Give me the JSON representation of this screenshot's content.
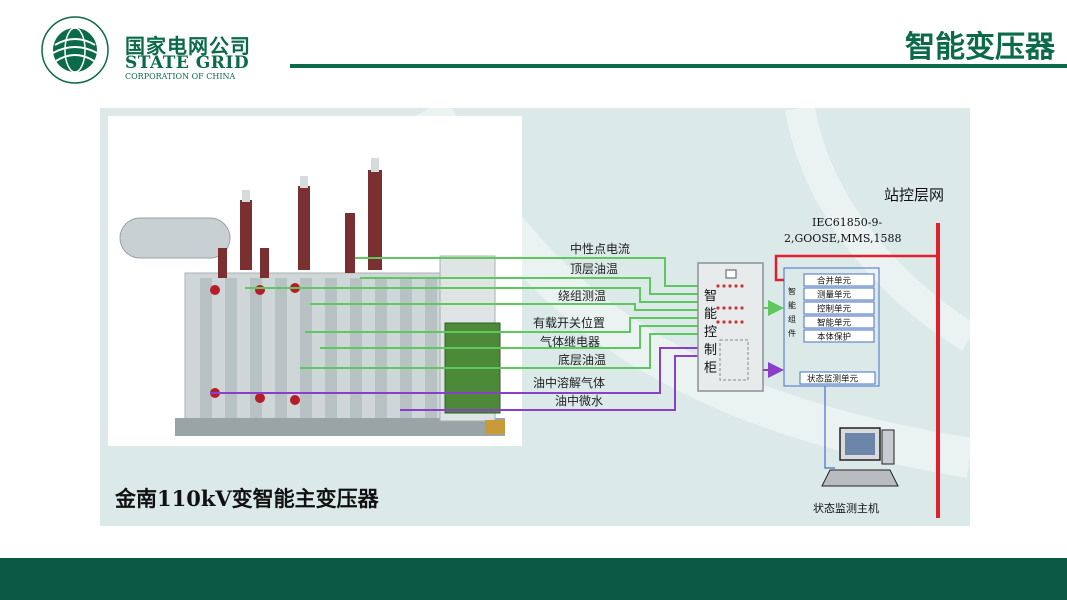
{
  "header": {
    "brand_cn": "国家电网公司",
    "brand_en": "STATE GRID",
    "brand_sub": "CORPORATION OF CHINA",
    "title": "智能变压器"
  },
  "figure": {
    "caption": "金南110kV变智能主变压器",
    "signals": [
      {
        "label": "中性点电流",
        "color": "#5ec85e"
      },
      {
        "label": "顶层油温",
        "color": "#5ec85e"
      },
      {
        "label": "绕组测温",
        "color": "#5ec85e"
      },
      {
        "label": "有载开关位置",
        "color": "#5ec85e"
      },
      {
        "label": "气体继电器",
        "color": "#5ec85e"
      },
      {
        "label": "底层油温",
        "color": "#5ec85e"
      },
      {
        "label": "油中溶解气体",
        "color": "#8a3fc8"
      },
      {
        "label": "油中微水",
        "color": "#8a3fc8"
      }
    ],
    "cabinet_label": [
      "智",
      "能",
      "控",
      "制",
      "柜"
    ],
    "component_group_label": [
      "智",
      "能",
      "组",
      "件"
    ],
    "components": [
      "合并单元",
      "测量单元",
      "控制单元",
      "智能单元",
      "本体保护"
    ],
    "monitor_unit": "状态监测单元",
    "network_label": "站控层网",
    "protocol_line1": "IEC61850-9-",
    "protocol_line2": "2,GOOSE,MMS,1588",
    "host_label": "状态监测主机"
  },
  "colors": {
    "brand_green": "#0b6a4a",
    "footer_green": "#0b5a45",
    "network_red": "#e0202a",
    "signal_green": "#5ec85e",
    "signal_purple": "#8a3fc8"
  }
}
